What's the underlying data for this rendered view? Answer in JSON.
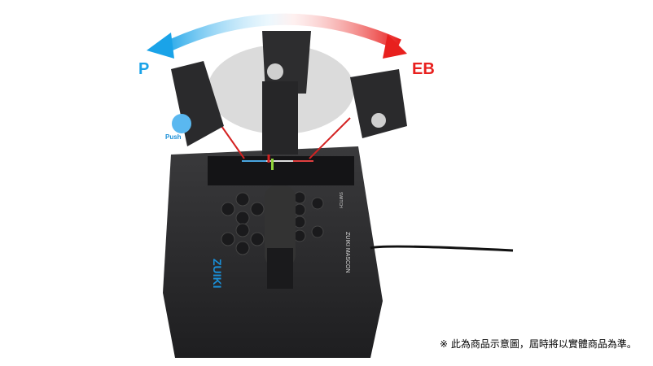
{
  "labels": {
    "power": "P",
    "emergency_brake": "EB",
    "push": "Push"
  },
  "caption": "※ 此為商品示意圖，屆時將以實體商品為準。",
  "logo": {
    "brand": "ZUIKI",
    "product": "ZUIKI MASCON",
    "platform": "SWITCH"
  },
  "colors": {
    "power_arrow": "#1aa3e8",
    "brake_arrow": "#e8201e",
    "body": "#2b2b2d"
  }
}
